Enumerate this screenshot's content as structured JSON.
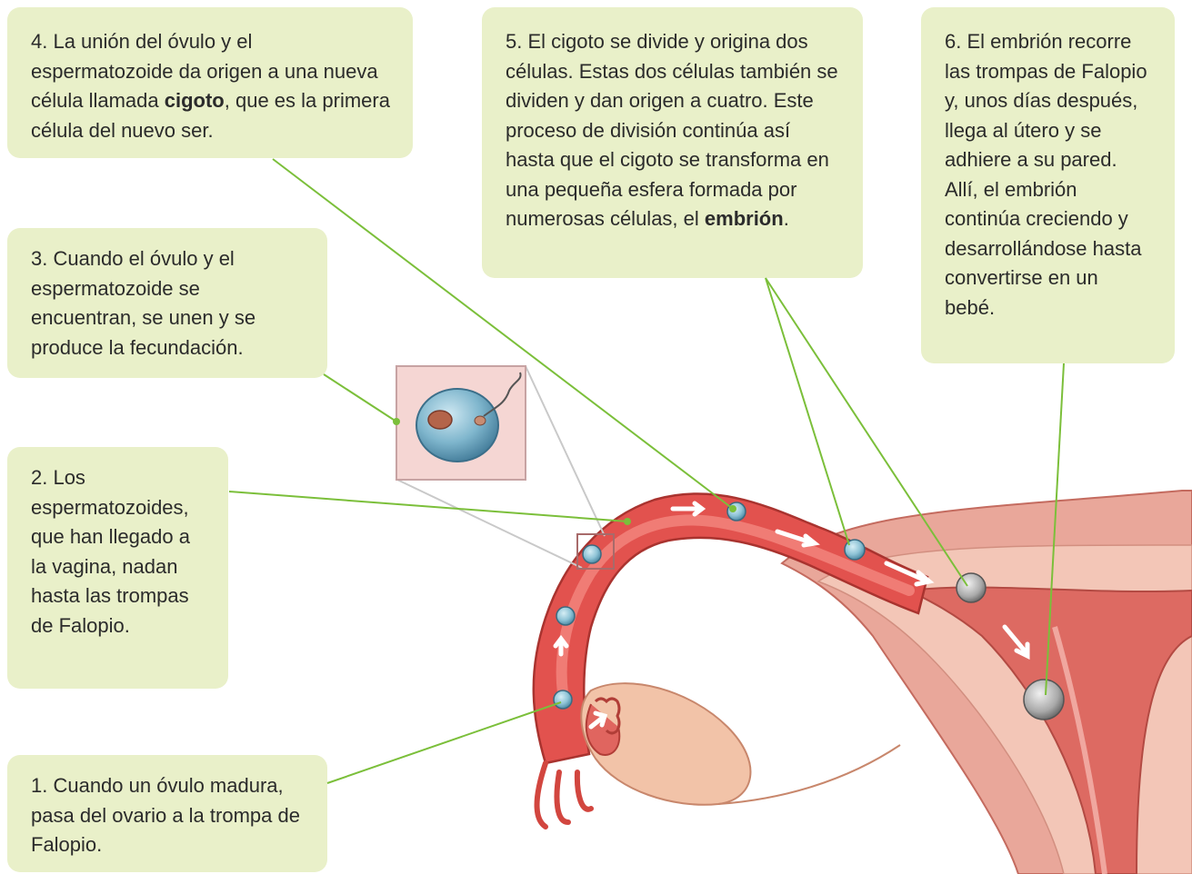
{
  "colors": {
    "box_background": "#e9f0c9",
    "leader_line": "#7bbf3a",
    "tube_red": "#e25a5a",
    "uterus_pink": "#e8a294",
    "ovary": "#f2c3a8"
  },
  "steps": {
    "step1": {
      "pre": "1. Cuando un óvulo madura, pasa del ovario a la trompa de Falopio.",
      "bold": "",
      "post": ""
    },
    "step2": {
      "pre": "2. Los espermatozoides, que han llegado a la vagina, nadan hasta las trompas de Falopio.",
      "bold": "",
      "post": ""
    },
    "step3": {
      "pre": "3. Cuando el óvulo y el espermatozoide se encuentran, se unen y se produce la fecundación.",
      "bold": "",
      "post": ""
    },
    "step4": {
      "pre": "4. La unión del óvulo y el espermatozoide da origen a una nueva célula llamada ",
      "bold": "cigoto",
      "post": ", que es la primera célula del nuevo ser."
    },
    "step5": {
      "pre": "5. El cigoto se divide y origina dos células. Estas dos células también se dividen y dan origen a cuatro. Este proceso de división continúa así hasta que el cigoto se transforma en una pequeña esfera formada por numerosas células, el ",
      "bold": "embrión",
      "post": "."
    },
    "step6": {
      "pre": "6. El embrión recorre las trompas de Falopio y, unos días después, llega al útero y se adhiere a su pared. Allí, el embrión continúa creciendo y desarrollándose hasta convertirse en un bebé.",
      "bold": "",
      "post": ""
    }
  },
  "figure": {
    "parts": [
      "ovary",
      "fallopian-tube",
      "uterus",
      "fertilization-inset",
      "ovum",
      "zygote",
      "embryo"
    ]
  }
}
